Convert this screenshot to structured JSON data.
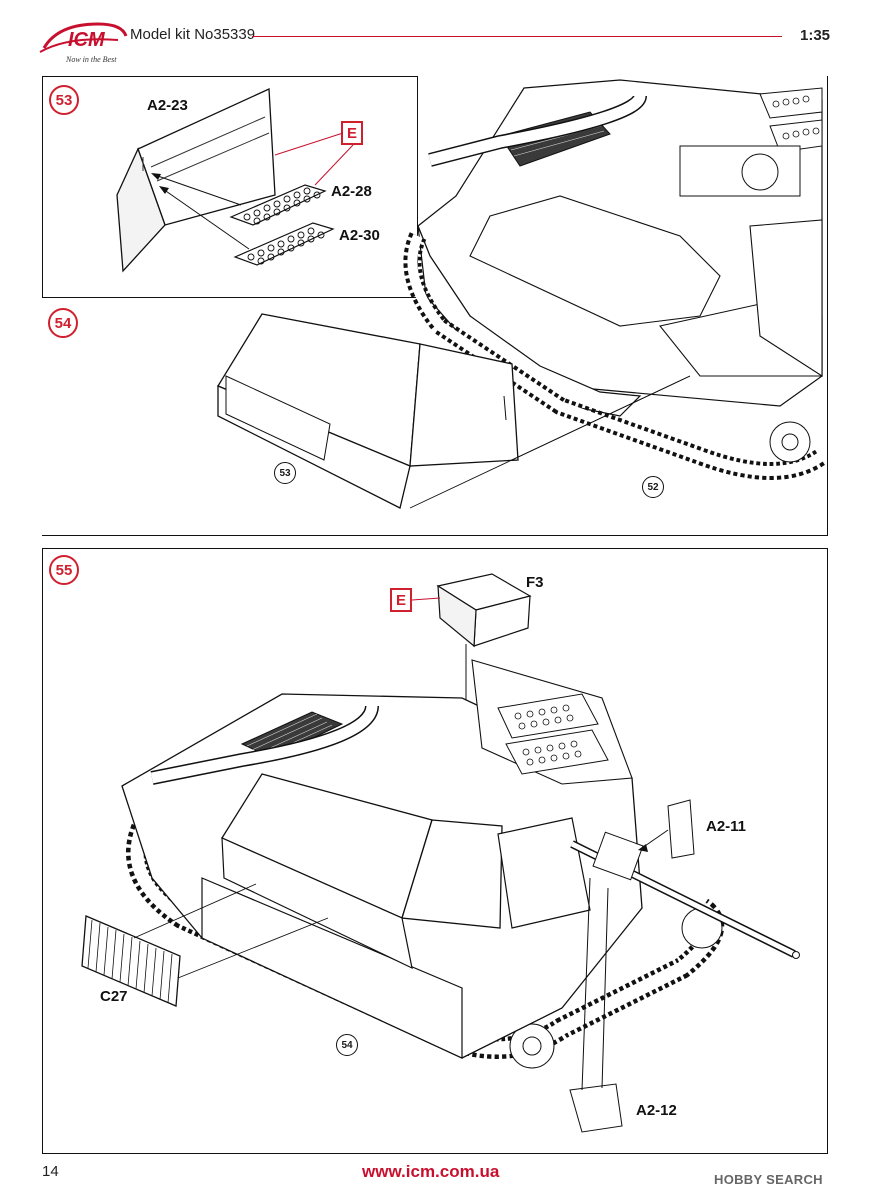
{
  "header": {
    "logo_text": "ICM",
    "logo_tagline": "Now in the Best",
    "model_kit": "Model kit No35339",
    "scale": "1:35"
  },
  "steps": [
    {
      "number": "53",
      "sprue": "E",
      "parts": [
        "A2-23",
        "A2-28",
        "A2-30"
      ]
    },
    {
      "number": "54",
      "refs": [
        "53",
        "52"
      ]
    },
    {
      "number": "55",
      "sprue": "E",
      "parts": [
        "F3",
        "A2-11",
        "C27",
        "A2-12"
      ],
      "refs": [
        "54"
      ]
    }
  ],
  "footer": {
    "page_number": "14",
    "website": "www.icm.com.ua",
    "watermark": "HOBBY SEARCH"
  },
  "colors": {
    "accent": "#c8102e",
    "line": "#111111"
  }
}
